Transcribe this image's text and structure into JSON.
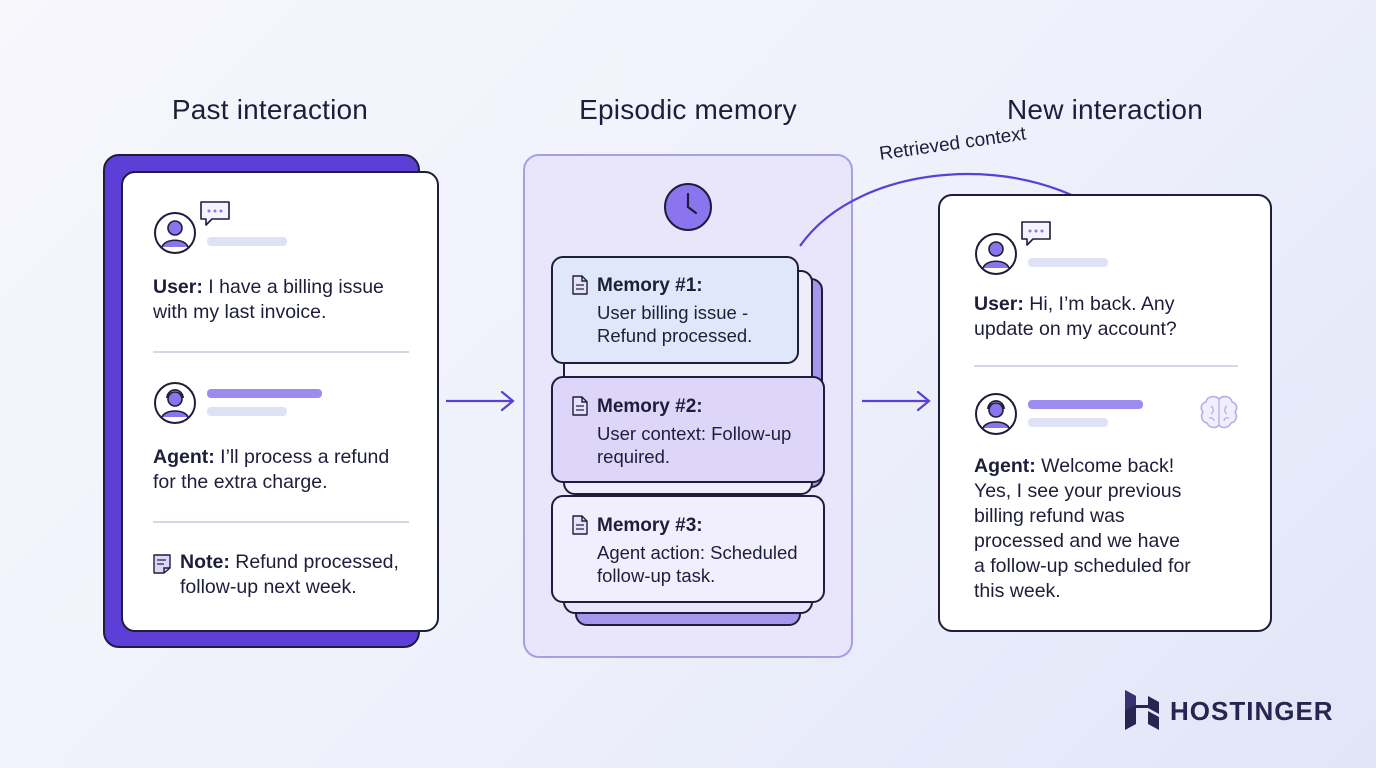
{
  "columns": {
    "past_title": "Past interaction",
    "memory_title": "Episodic memory",
    "new_title": "New interaction"
  },
  "past": {
    "user_label": "User:",
    "user_line1": " I have a billing issue",
    "user_line2": "with my last invoice.",
    "agent_label": "Agent:",
    "agent_line1": " I’ll process a refund",
    "agent_line2": "for the extra charge.",
    "note_label": "Note:",
    "note_line1": " Refund processed,",
    "note_line2": "follow-up next week."
  },
  "memory": {
    "items": [
      {
        "title": "Memory #1:",
        "line1": "User billing issue -",
        "line2": "Refund processed."
      },
      {
        "title": "Memory #2:",
        "line1": "User context: Follow-up",
        "line2": "required."
      },
      {
        "title": "Memory #3:",
        "line1": "Agent action: Scheduled",
        "line2": "follow-up task."
      }
    ]
  },
  "retrieved_label": "Retrieved context",
  "new": {
    "user_label": "User:",
    "user_line1": " Hi, I’m back. Any",
    "user_line2": "update on my account?",
    "agent_label": "Agent:",
    "agent_lines": [
      " Welcome back!",
      "Yes, I see your previous",
      "billing refund was",
      "processed and we have",
      "a follow-up scheduled for",
      "this week."
    ]
  },
  "brand": {
    "name": "HOSTINGER"
  },
  "colors": {
    "accent": "#5b3fd6",
    "dark": "#1f1d3a",
    "avatar_fill": "#e6e2fb",
    "memory_panel": "#e9e6fb"
  },
  "icons": [
    "user-avatar-icon",
    "agent-avatar-icon",
    "chat-bubble-icon",
    "note-icon",
    "clock-icon",
    "document-icon",
    "brain-icon",
    "hostinger-logo-icon"
  ]
}
